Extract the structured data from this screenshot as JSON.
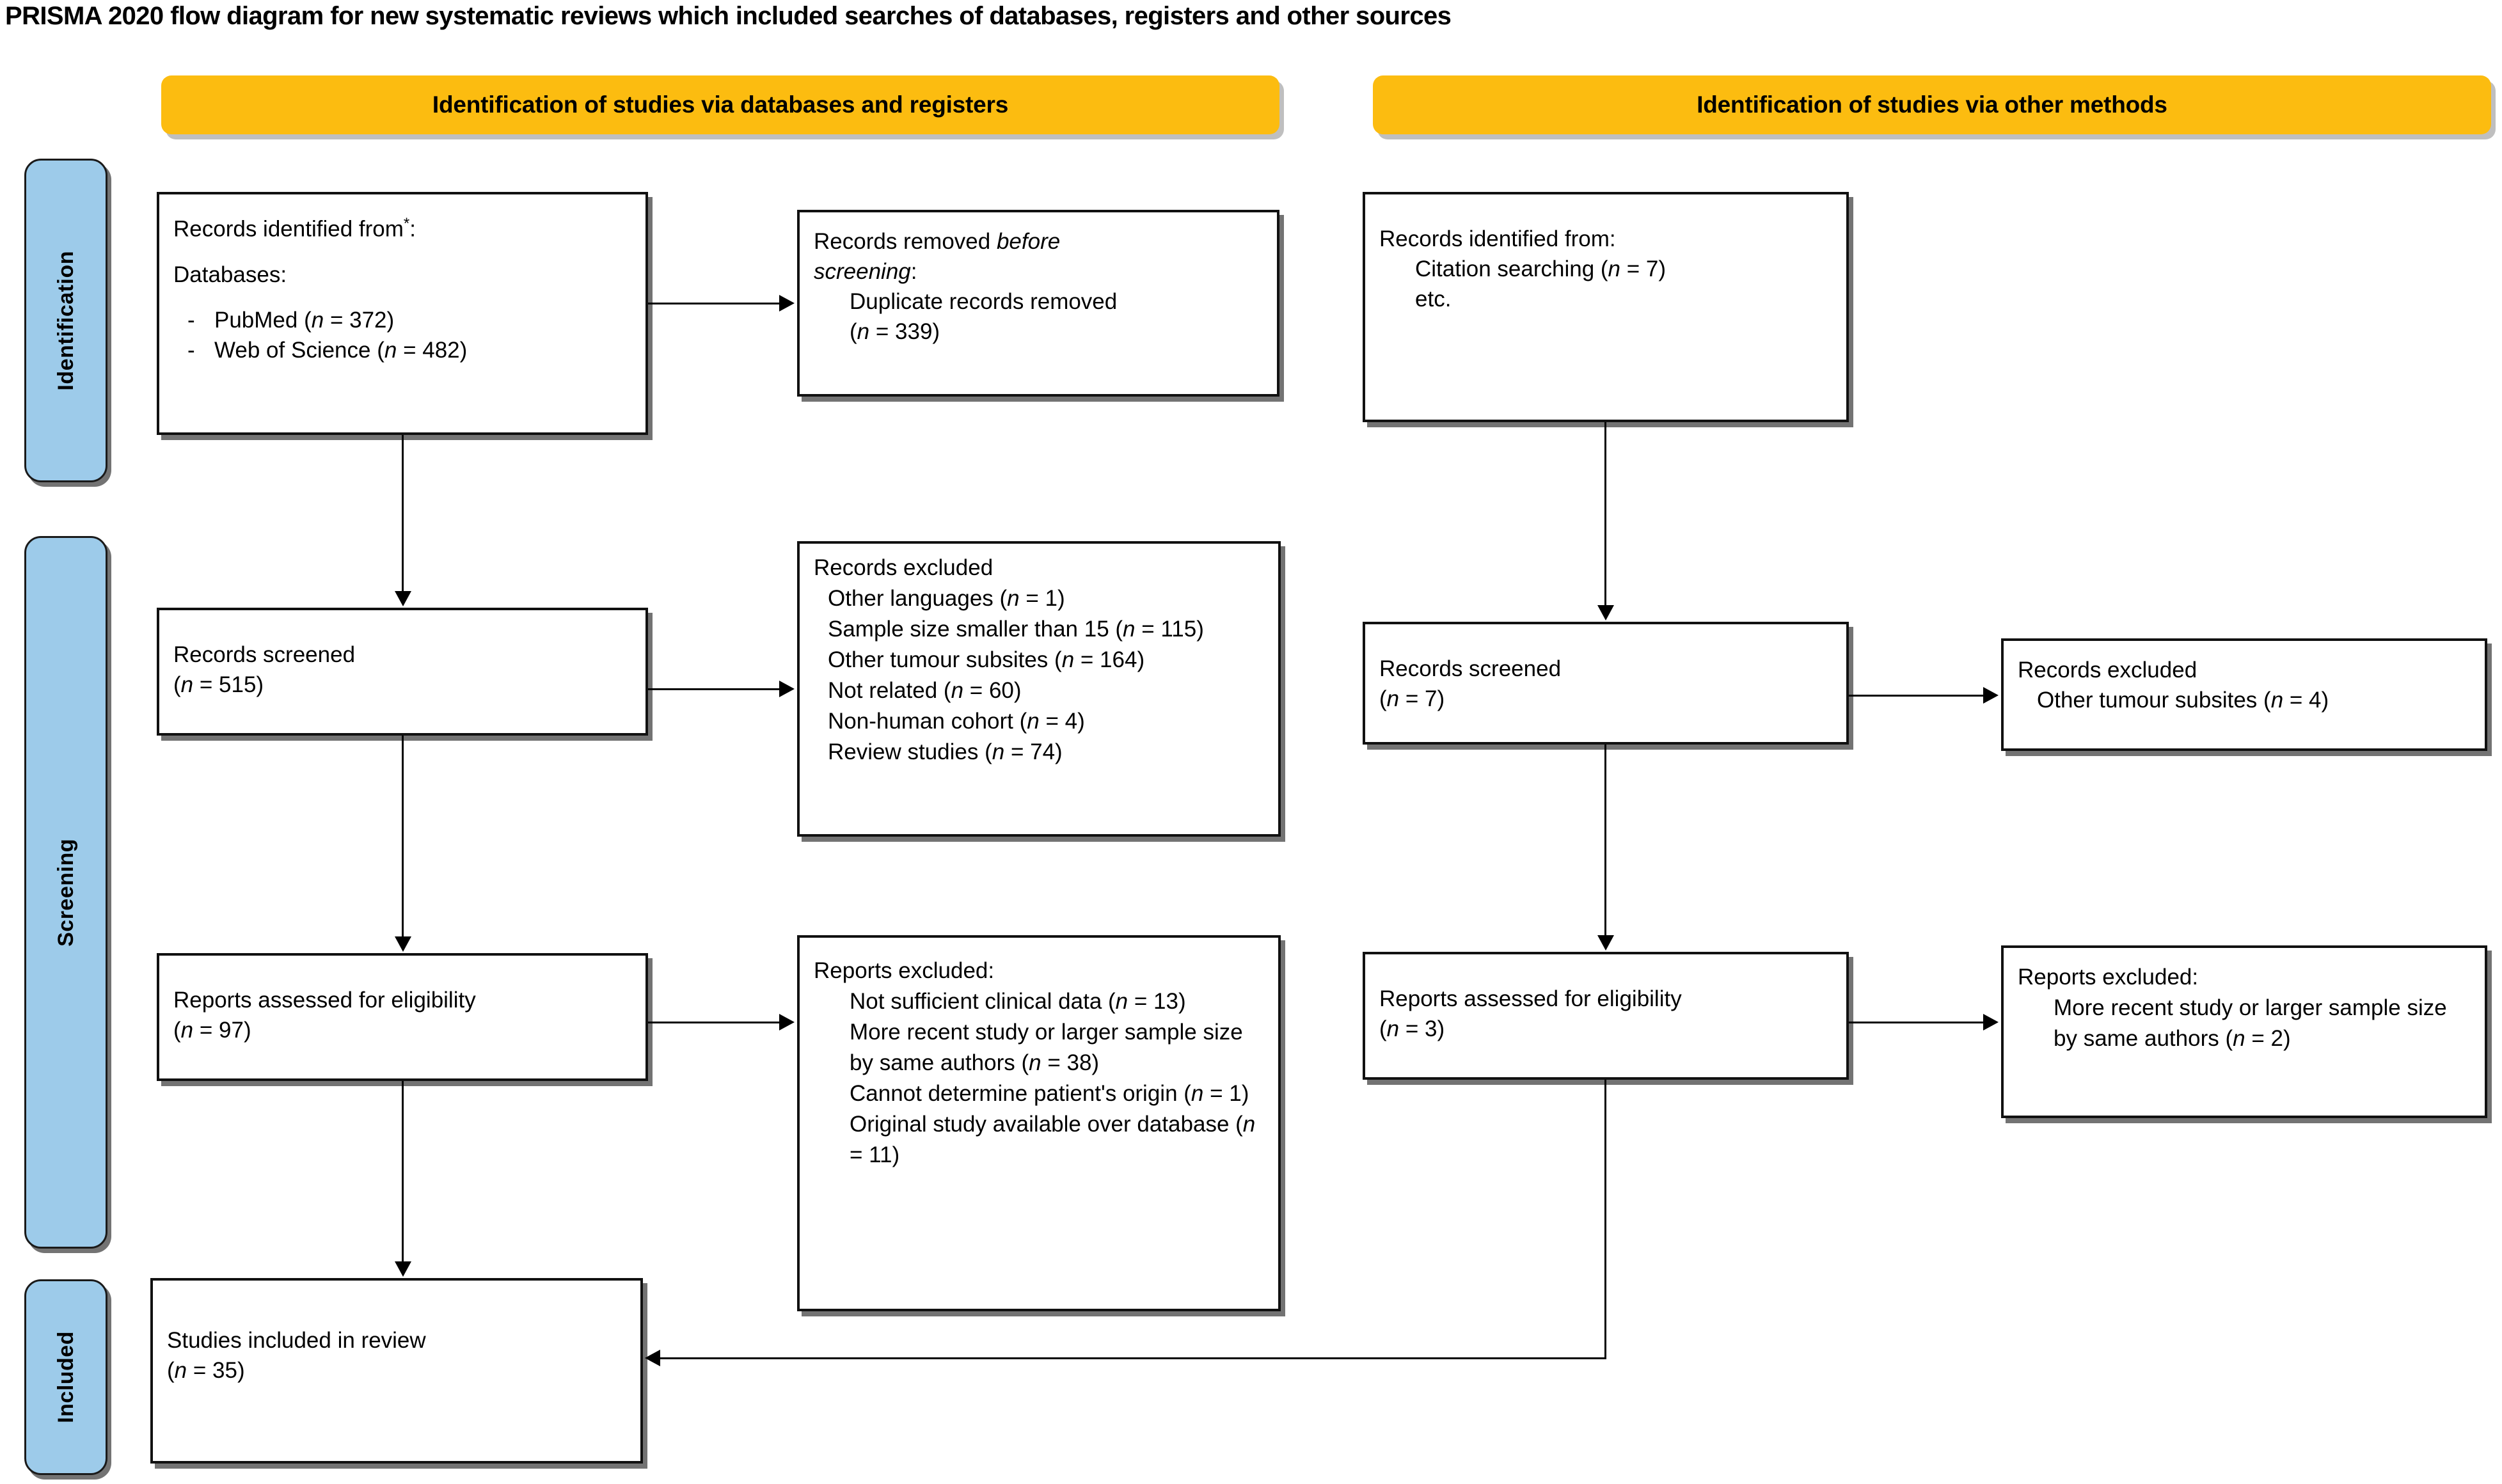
{
  "title": "PRISMA 2020 flow diagram for new systematic reviews which included searches of databases, registers and other sources",
  "colors": {
    "header_yellow": "#FCBC10",
    "stage_blue": "#9DCBEA",
    "box_border": "#111111",
    "text": "#000000",
    "background": "#FFFFFF"
  },
  "stages": [
    {
      "label": "Identification"
    },
    {
      "label": "Screening"
    },
    {
      "label": "Included"
    }
  ],
  "columns": [
    {
      "header": "Identification of studies via databases and registers"
    },
    {
      "header": "Identification of studies via other methods"
    }
  ],
  "nodes": {
    "records_identified_db": {
      "title": "Records identified from",
      "superscript": "*",
      "colon": ":",
      "subheading": "Databases:",
      "items": [
        {
          "dash": "-",
          "label": "PubMed (",
          "n_italic": "n",
          "n_value": " = 372)"
        },
        {
          "dash": "-",
          "label": "Web of Science (",
          "n_italic": "n",
          "n_value": " = 482)"
        }
      ]
    },
    "records_removed": {
      "line1": "Records removed ",
      "line1_italic": "before",
      "line2_italic": "screening",
      "line2_tail": ":",
      "item1": "Duplicate records removed",
      "item2_pre": "(",
      "item2_italic": "n",
      "item2_post": " =  339)"
    },
    "records_identified_other": {
      "title": "Records identified from:",
      "item1_pre": "Citation searching (",
      "item1_italic": "n",
      "item1_post": " = 7)",
      "item2": "etc."
    },
    "records_screened_db": {
      "title": "Records screened",
      "count_pre": "(",
      "count_italic": "n",
      "count_post": " = 515)"
    },
    "records_excluded_db": {
      "title": "Records excluded",
      "items": [
        {
          "pre": "Other languages (",
          "italic": "n",
          "post": " = 1)"
        },
        {
          "pre": "Sample size smaller than 15 (",
          "italic": "n",
          "post": " = 115)"
        },
        {
          "pre": "Other tumour subsites (",
          "italic": "n",
          "post": " = 164)"
        },
        {
          "pre": "Not related (",
          "italic": "n",
          "post": " = 60)"
        },
        {
          "pre": "Non-human cohort (",
          "italic": "n",
          "post": " = 4)"
        },
        {
          "pre": "Review studies (",
          "italic": "n",
          "post": " = 74)"
        }
      ]
    },
    "records_screened_other": {
      "title": "Records screened",
      "count_pre": "(",
      "count_italic": "n",
      "count_post": " = 7)"
    },
    "records_excluded_other": {
      "title": "Records excluded",
      "item_pre": "Other tumour subsites (",
      "item_italic": "n",
      "item_post": " = 4)"
    },
    "reports_assessed_db": {
      "title": "Reports assessed for eligibility",
      "count_pre": "(",
      "count_italic": "n",
      "count_post": " = 97)"
    },
    "reports_excluded_db": {
      "title": "Reports excluded:",
      "items": [
        {
          "pre": "Not sufficient clinical data (",
          "italic": "n",
          "post": " = 13)"
        },
        {
          "pre": "More recent study or larger sample size by same authors (",
          "italic": "n",
          "post": " = 38)"
        },
        {
          "pre": "Cannot determine patient's origin (",
          "italic": "n",
          "post": " = 1)"
        },
        {
          "pre": "Original study available over database (",
          "italic": "n",
          "post": " = 11)"
        }
      ]
    },
    "reports_assessed_other": {
      "title": "Reports assessed for eligibility",
      "count_pre": "(",
      "count_italic": "n",
      "count_post": " = 3)"
    },
    "reports_excluded_other": {
      "title": "Reports excluded:",
      "items": [
        {
          "pre": "More recent study or larger sample size by same authors (",
          "italic": "n",
          "post": " = 2)"
        }
      ]
    },
    "studies_included": {
      "title": "Studies included in review",
      "count_pre": "(",
      "count_italic": "n",
      "count_post": " = 35)"
    }
  }
}
